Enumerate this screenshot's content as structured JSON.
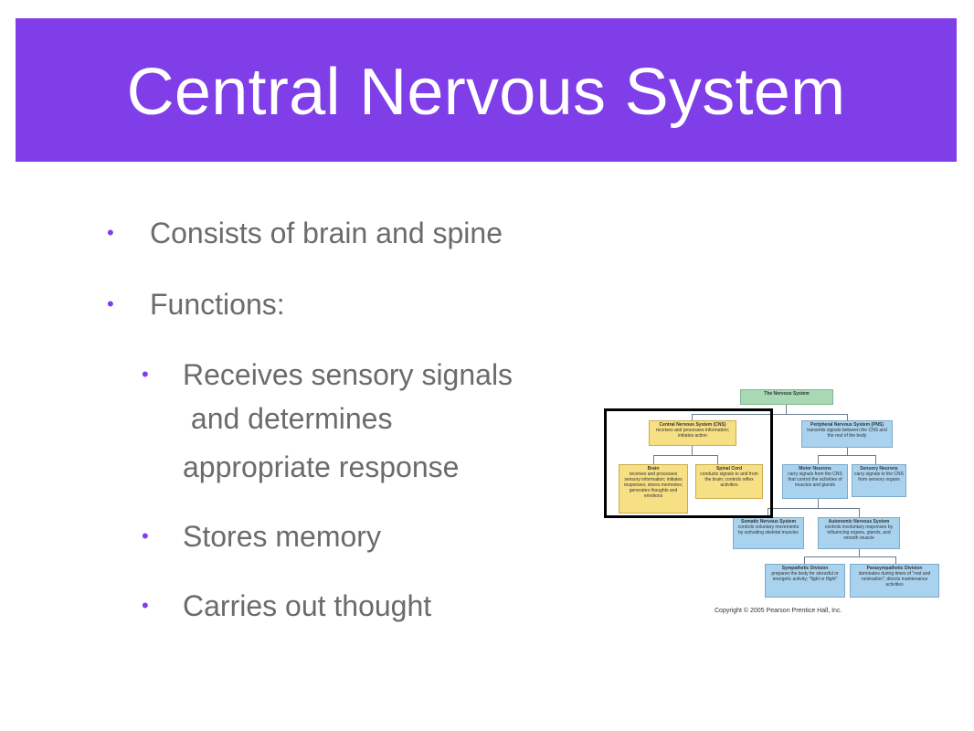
{
  "slide": {
    "title": "Central Nervous System",
    "bullets": [
      {
        "text": "Consists of brain and spine"
      },
      {
        "text": "Functions:"
      },
      {
        "text": "Receives sensory signals"
      },
      {
        "text": " and determines"
      },
      {
        "text": "appropriate response"
      },
      {
        "text": "Stores memory"
      },
      {
        "text": "Carries out thought"
      }
    ]
  },
  "diagram": {
    "root": {
      "title": "The Nervous System"
    },
    "cns": {
      "title": "Central Nervous System (CNS)",
      "desc": "receives and processes information; initiates action"
    },
    "brain": {
      "title": "Brain",
      "desc": "receives and processes sensory information; initiates responses; stores memories; generates thoughts and emotions"
    },
    "spinal": {
      "title": "Spinal Cord",
      "desc": "conducts signals to and from the brain; controls reflex activities"
    },
    "pns": {
      "title": "Peripheral Nervous System (PNS)",
      "desc": "transmits signals between the CNS and the rest of the body"
    },
    "motor": {
      "title": "Motor Neurons",
      "desc": "carry signals from the CNS that control the activities of muscles and glands"
    },
    "sensory": {
      "title": "Sensory Neurons",
      "desc": "carry signals to the CNS from sensory organs"
    },
    "somatic": {
      "title": "Somatic Nervous System",
      "desc": "controls voluntary movements by activating skeletal muscles"
    },
    "autonomic": {
      "title": "Autonomic Nervous System",
      "desc": "controls involuntary responses by influencing organs, glands, and smooth muscle"
    },
    "sympathetic": {
      "title": "Sympathetic Division",
      "desc": "prepares the body for stressful or energetic activity; \"fight or flight\""
    },
    "parasympathetic": {
      "title": "Parasympathetic Division",
      "desc": "dominates during times of \"rest and rumination\"; directs maintenance activities"
    },
    "copyright": "Copyright © 2005 Pearson Prentice Hall, Inc."
  },
  "colors": {
    "accent": "#7f3ee8",
    "body_text": "#6b6b6b"
  }
}
